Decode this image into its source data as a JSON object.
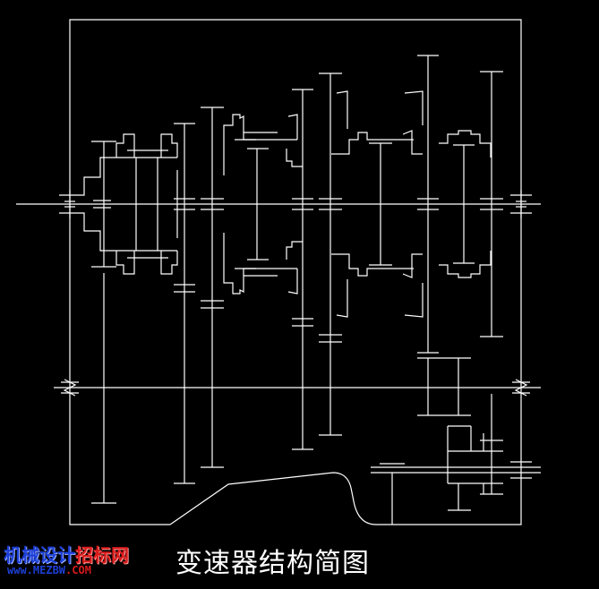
{
  "title": "变速器结构简图",
  "watermark": {
    "brand_main": "机械设计",
    "brand_accent": "招标网",
    "url_prefix": "www.",
    "url_main": "MEZBW",
    "url_suffix": ".COM"
  },
  "colors": {
    "background": "#000000",
    "lines": "#ffffff",
    "brand_blue": "#1d3fd6",
    "brand_red": "#d81b1b"
  }
}
